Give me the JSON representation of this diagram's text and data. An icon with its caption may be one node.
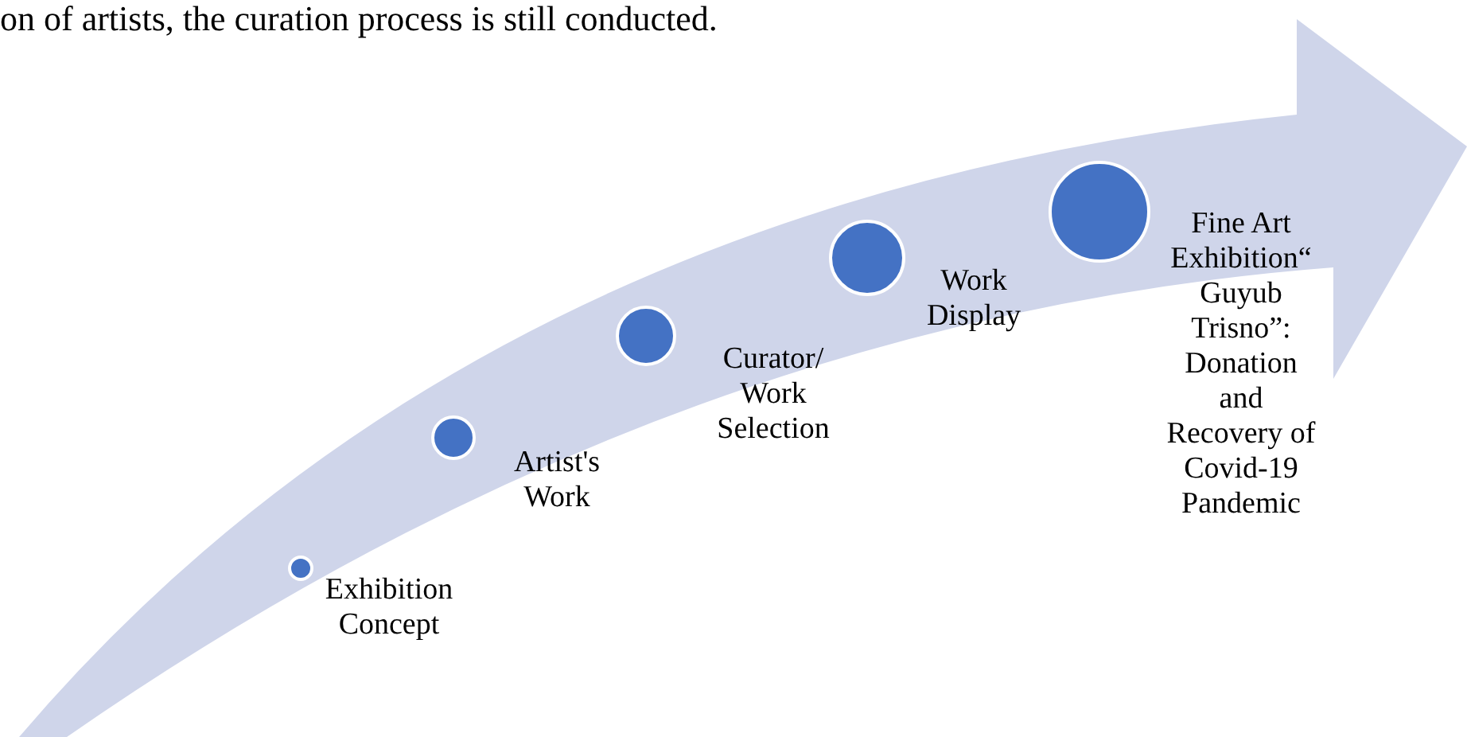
{
  "diagram": {
    "nodes": [
      {
        "text": [],
        "shape": "circle",
        "beside": [
          "Exhibition Concept"
        ]
      },
      {
        "text": [],
        "shape": "circle",
        "beside": [
          "Artist's Work"
        ]
      },
      {
        "text": [],
        "shape": "circle",
        "beside": [
          "Curator/ Work Selection"
        ]
      },
      {
        "text": [],
        "shape": "circle",
        "beside": [
          "Work Display"
        ]
      },
      {
        "text": [],
        "shape": "circle",
        "beside": [
          "Fine Art Exhibition“ Guyub Trisno”: Donation and Recovery of Covid-19 Pandemic"
        ]
      }
    ],
    "labels": [
      "on of artists, the curation process is still conducted."
    ]
  }
}
